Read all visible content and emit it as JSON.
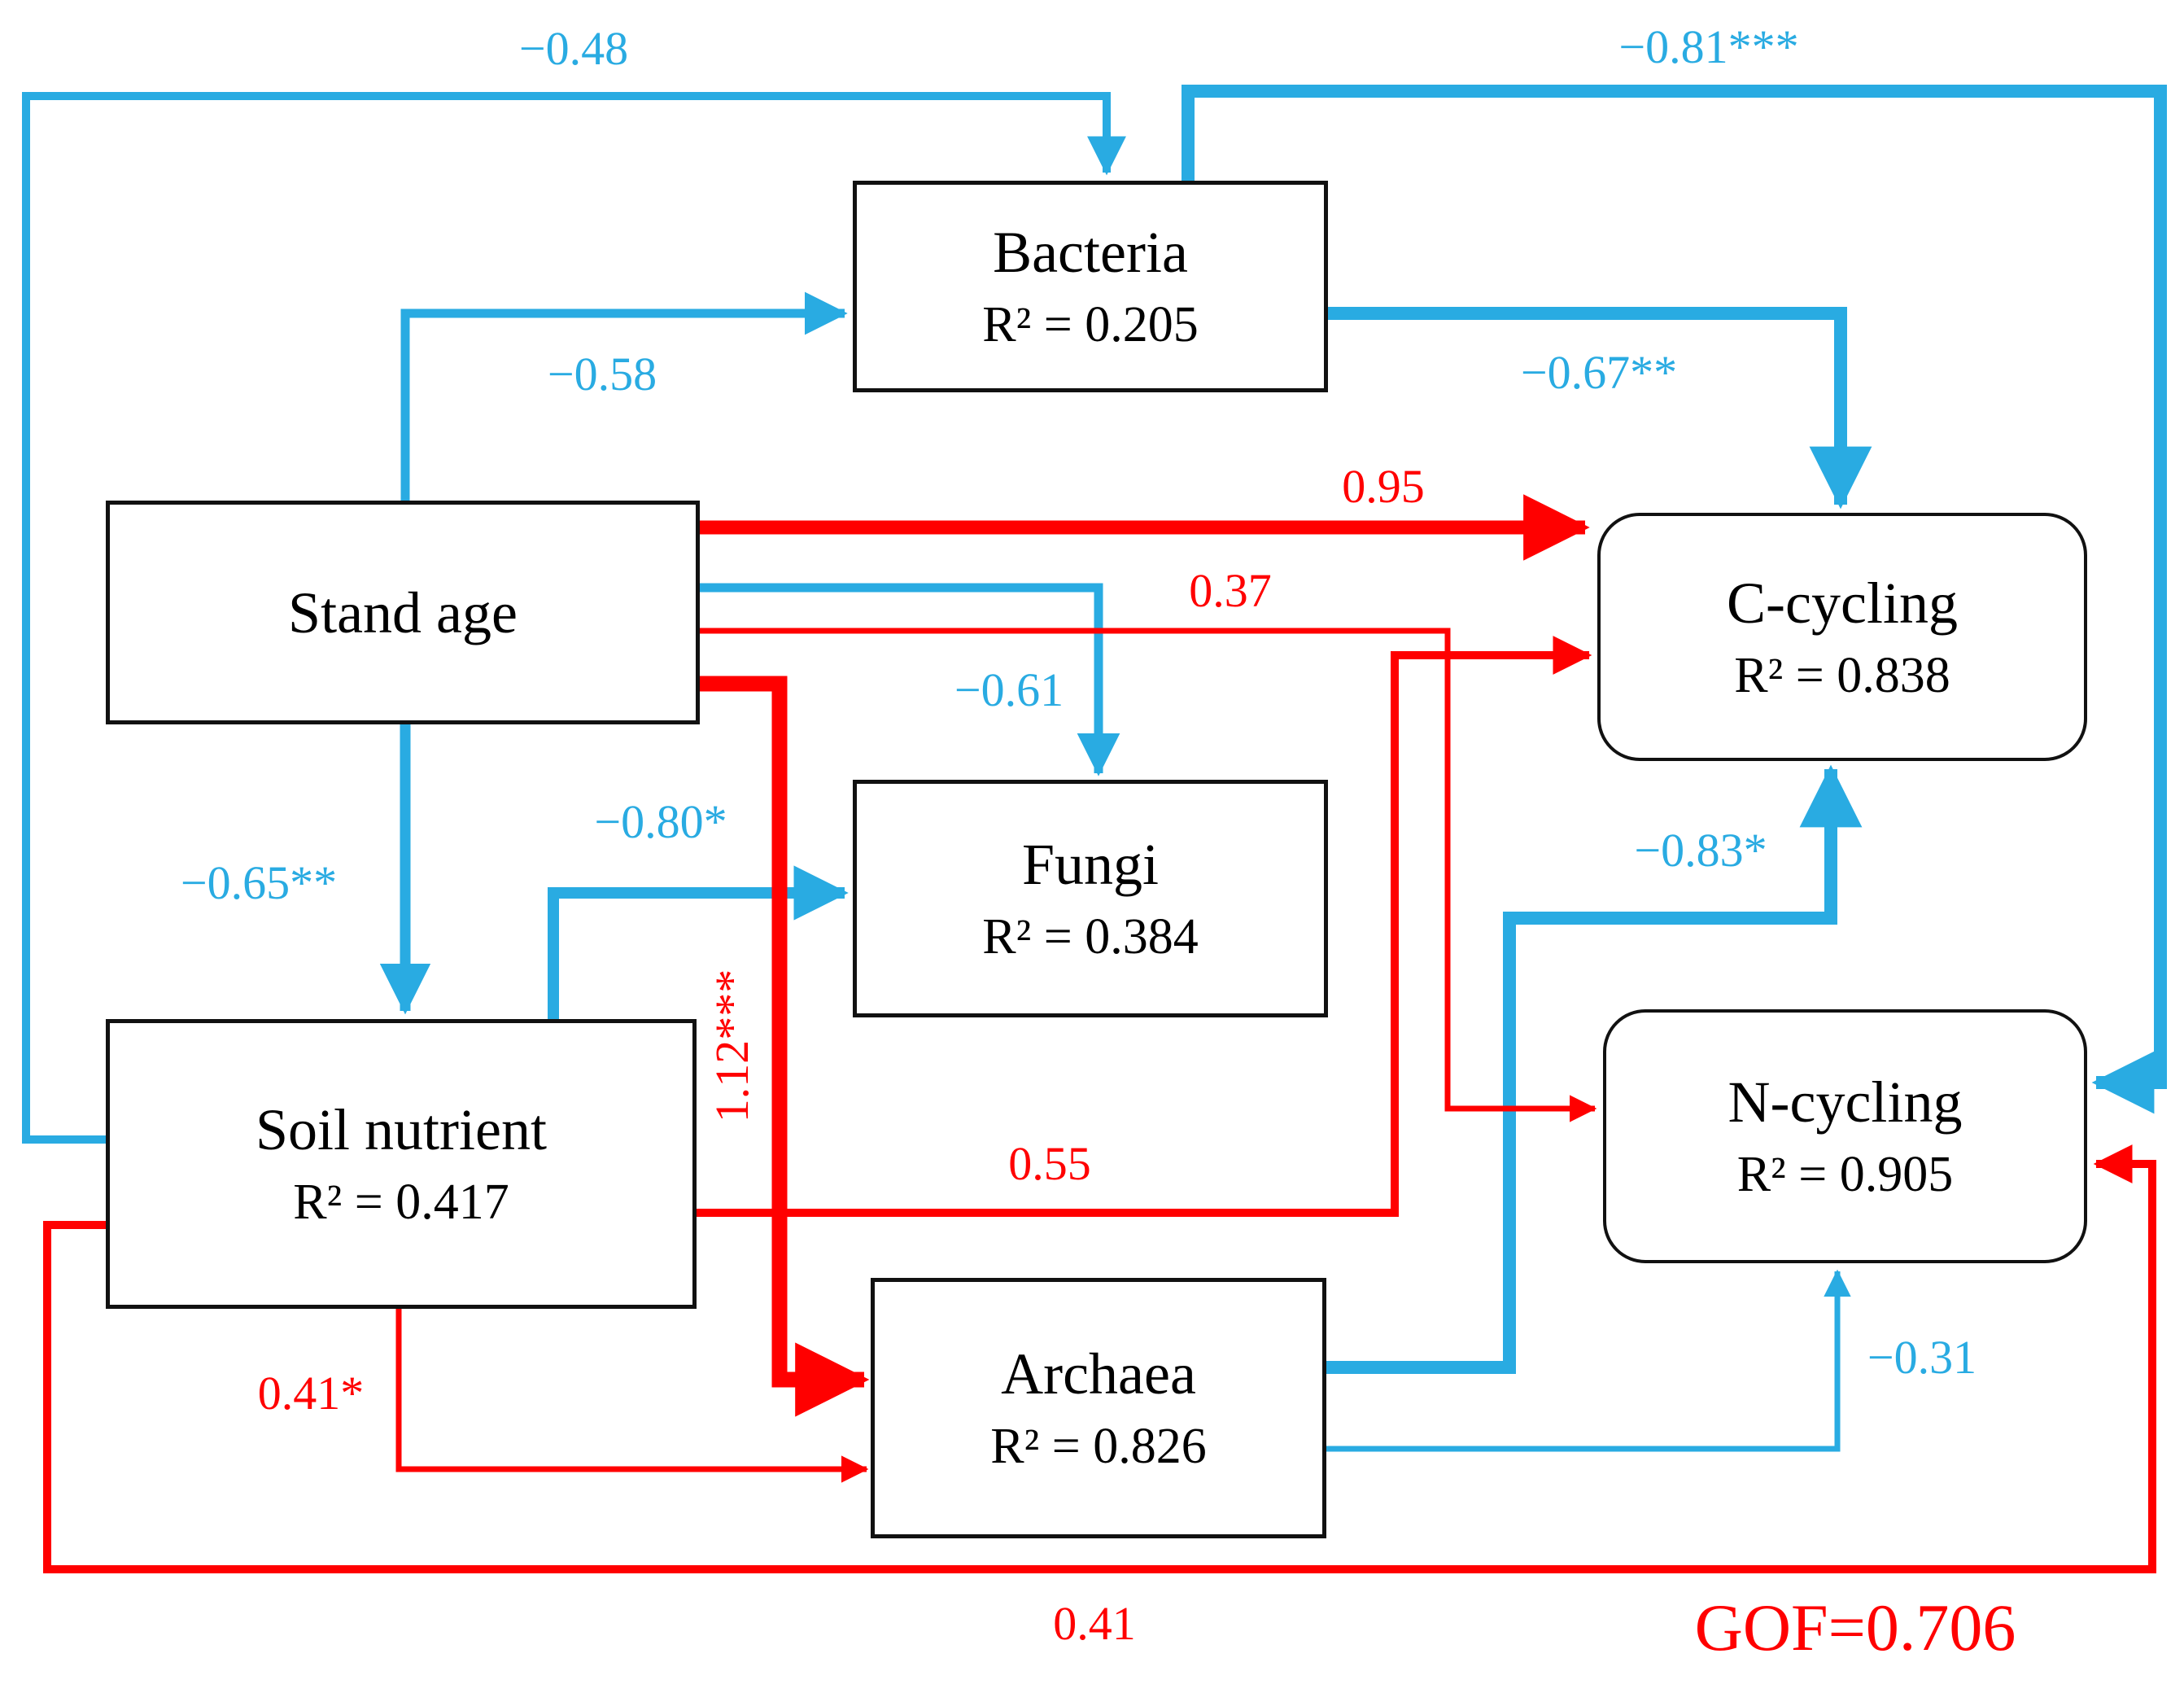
{
  "diagram_type": "structural-equation-model path diagram",
  "gof": "GOF=0.706",
  "colors": {
    "positive_effect": "#FF0000",
    "negative_effect": "#29ABE2",
    "box_border": "#111111",
    "background": "#ffffff"
  },
  "nodes": {
    "bacteria": {
      "label": "Bacteria",
      "r2": "R² = 0.205"
    },
    "stand_age": {
      "label": "Stand age",
      "r2": ""
    },
    "fungi": {
      "label": "Fungi",
      "r2": "R² = 0.384"
    },
    "soil_nutrient": {
      "label": "Soil nutrient",
      "r2": "R² = 0.417"
    },
    "archaea": {
      "label": "Archaea",
      "r2": "R² = 0.826"
    },
    "c_cycling": {
      "label": "C-cycling",
      "r2": "R² = 0.838"
    },
    "n_cycling": {
      "label": "N-cycling",
      "r2": "R² = 0.905"
    }
  },
  "edges": {
    "soil_to_bacteria": {
      "from": "Soil nutrient",
      "to": "Bacteria",
      "coef": "−0.48",
      "effect": "negative"
    },
    "standage_to_bacteria": {
      "from": "Stand age",
      "to": "Bacteria",
      "coef": "−0.58",
      "effect": "negative"
    },
    "bacteria_to_ncycling": {
      "from": "Bacteria",
      "to": "N-cycling",
      "coef": "−0.81***",
      "effect": "negative"
    },
    "bacteria_to_ccycling": {
      "from": "Bacteria",
      "to": "C-cycling",
      "coef": "−0.67**",
      "effect": "negative"
    },
    "standage_to_ccycling": {
      "from": "Stand age",
      "to": "C-cycling",
      "coef": "0.95",
      "effect": "positive"
    },
    "standage_to_fungi": {
      "from": "Stand age",
      "to": "Fungi",
      "coef": "−0.61",
      "effect": "negative"
    },
    "standage_to_ncycling": {
      "from": "Stand age",
      "to": "N-cycling",
      "coef": "0.37",
      "effect": "positive"
    },
    "standage_to_archaea": {
      "from": "Stand age",
      "to": "Archaea",
      "coef": "1.12***",
      "effect": "positive"
    },
    "standage_to_soil": {
      "from": "Stand age",
      "to": "Soil nutrient",
      "coef": "−0.65**",
      "effect": "negative"
    },
    "soil_to_fungi": {
      "from": "Soil nutrient",
      "to": "Fungi",
      "coef": "−0.80*",
      "effect": "negative"
    },
    "soil_to_ccycling": {
      "from": "Soil nutrient",
      "to": "C-cycling",
      "coef": "0.55",
      "effect": "positive"
    },
    "soil_to_archaea": {
      "from": "Soil nutrient",
      "to": "Archaea",
      "coef": "0.41*",
      "effect": "positive"
    },
    "archaea_to_ccycling": {
      "from": "Archaea",
      "to": "C-cycling",
      "coef": "−0.83*",
      "effect": "negative"
    },
    "archaea_to_ncycling": {
      "from": "Archaea",
      "to": "N-cycling",
      "coef": "−0.31",
      "effect": "negative"
    },
    "soil_to_ncycling": {
      "from": "Soil nutrient",
      "to": "N-cycling",
      "coef": "0.41",
      "effect": "positive"
    }
  }
}
